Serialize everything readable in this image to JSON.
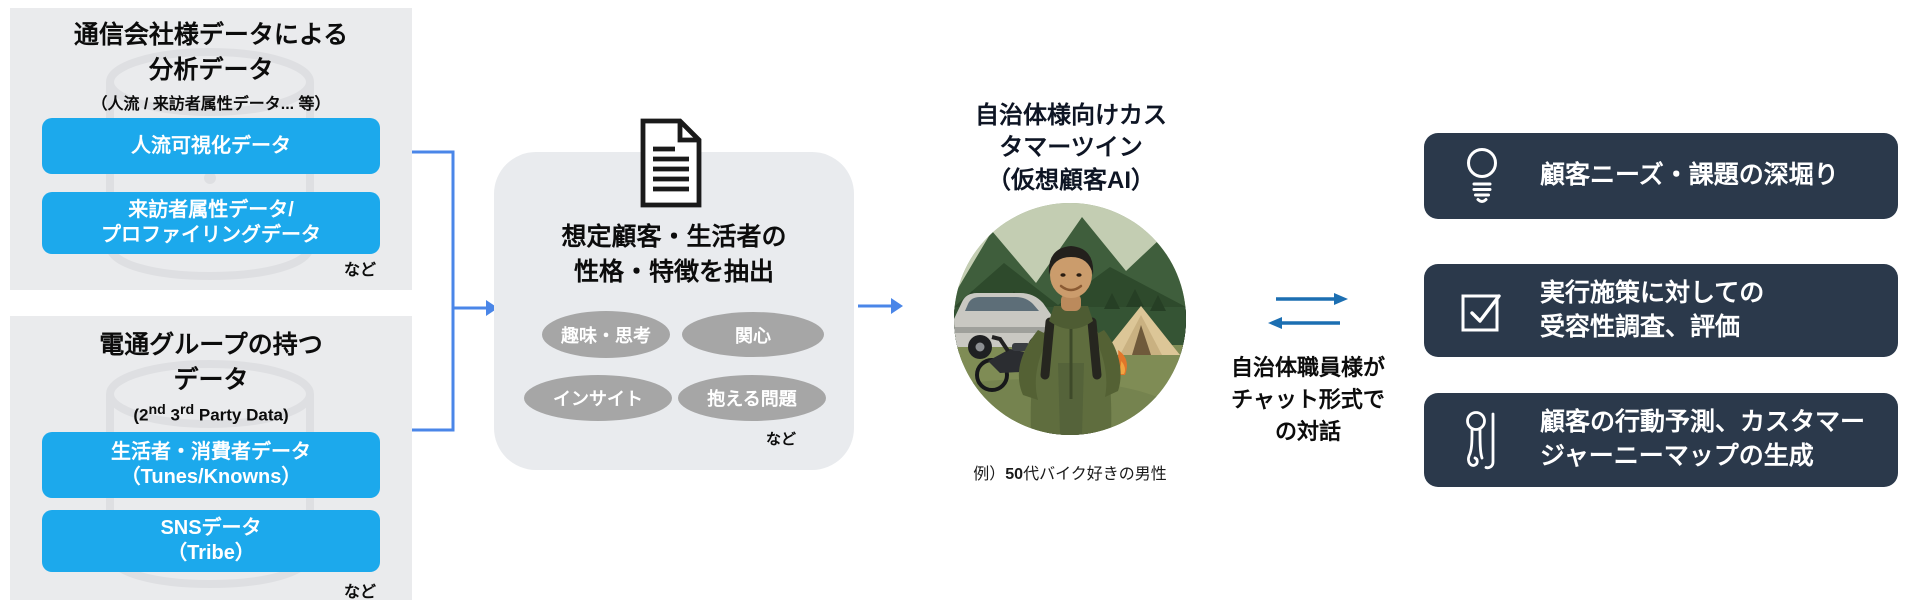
{
  "colors": {
    "panel_gray": "#eaebed",
    "extract_gray": "#e9ebee",
    "chip_blue": "#1ca9ec",
    "pill_gray": "#a6a6a6",
    "card_dark": "#2b394b",
    "connector_blue": "#4a86e8",
    "chat_arrow_blue": "#1c6fb2"
  },
  "left_sources": {
    "telecom": {
      "title": "通信会社様データによる\n分析データ",
      "subtitle": "（人流 / 来訪者属性データ... 等）",
      "chips": [
        "人流可視化データ",
        "来訪者属性データ/\nプロファイリングデータ"
      ],
      "etc": "など"
    },
    "dentsu": {
      "title": "電通グループの持つ\nデータ",
      "subtitle": {
        "p1": "(2",
        "sup1": "nd",
        "p2": " 3",
        "sup2": "rd",
        "p3": " Party Data)"
      },
      "chips": [
        "生活者・消費者データ\n（Tunes/Knowns）",
        "SNSデータ\n（Tribe）"
      ],
      "etc": "など"
    }
  },
  "extraction": {
    "icon": "document-icon",
    "title": "想定顧客・生活者の\n性格・特徴を抽出",
    "attributes": [
      "趣味・思考",
      "関心",
      "インサイト",
      "抱える問題"
    ],
    "etc": "など"
  },
  "persona": {
    "title": "自治体様向けカス\nタマーツイン\n（仮想顧客AI）",
    "photo": "50s-man-camping-with-suv-motorcycle-tent",
    "caption": {
      "prefix": "例）",
      "bold": "50",
      "rest": "代バイク好きの男性"
    }
  },
  "chat": {
    "arrows_icon": "bidirectional-arrows-icon",
    "label": "自治体職員様が\nチャット形式で\nの対話"
  },
  "outputs": [
    {
      "icon": "lightbulb-icon",
      "label": "顧客ニーズ・課題の深堀り"
    },
    {
      "icon": "checkbox-icon",
      "label": "実行施策に対しての\n受容性調査、評価"
    },
    {
      "icon": "journey-route-icon",
      "label": "顧客の行動予測、カスタマー\nジャーニーマップの生成"
    }
  ]
}
